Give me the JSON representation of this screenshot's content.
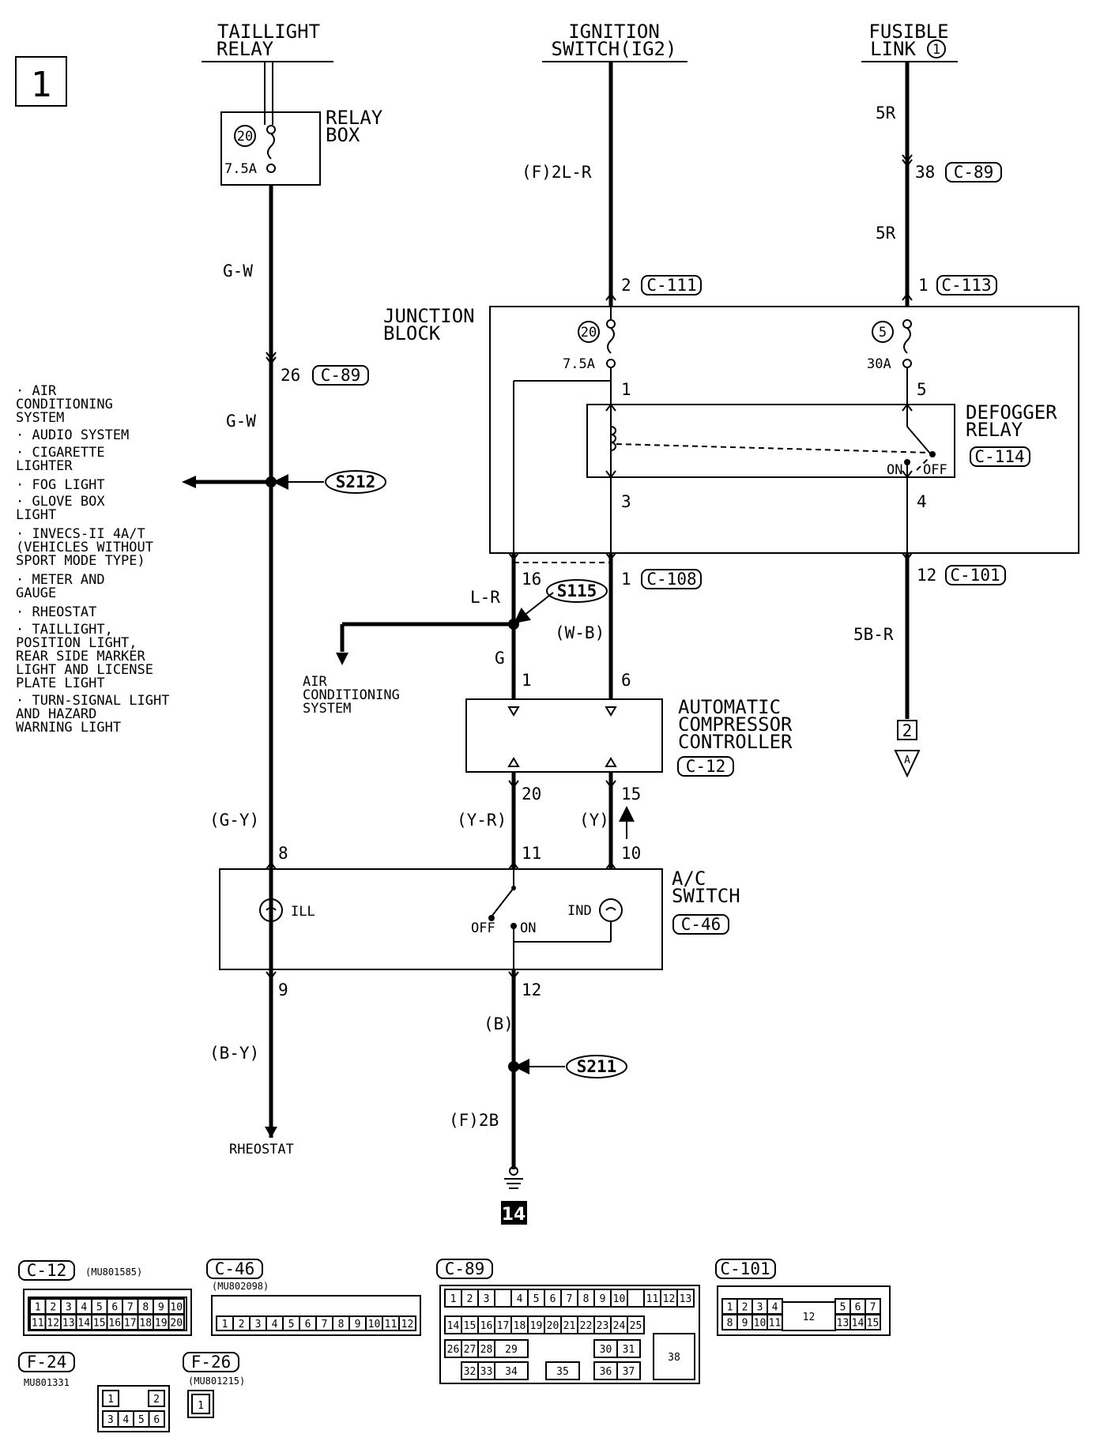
{
  "page": {
    "number": "1",
    "ground_ref": "14"
  },
  "headers": {
    "taillight": [
      "TAILLIGHT",
      "RELAY"
    ],
    "ignition": [
      "IGNITION",
      "SWITCH(IG2)"
    ],
    "fusible": [
      "FUSIBLE",
      "LINK"
    ],
    "fusible_num": "1"
  },
  "relay_box": {
    "label": [
      "RELAY",
      "BOX"
    ],
    "fuse_num": "20",
    "amp": "7.5A"
  },
  "junction_block": {
    "label": [
      "JUNCTION",
      "BLOCK"
    ],
    "fuse1_num": "20",
    "fuse1_amp": "7.5A",
    "fuse2_num": "5",
    "fuse2_amp": "30A"
  },
  "defogger": {
    "label": [
      "DEFOGGER",
      "RELAY"
    ],
    "conn": "C-114",
    "on": "ON",
    "off": "OFF"
  },
  "acc": {
    "label": [
      "AUTOMATIC",
      "COMPRESSOR",
      "CONTROLLER"
    ],
    "conn": "C-12"
  },
  "ac_switch": {
    "label": [
      "A/C",
      "SWITCH"
    ],
    "conn": "C-46",
    "ill": "ILL",
    "ind": "IND",
    "off": "OFF",
    "on": "ON"
  },
  "wires": {
    "gw1": "G-W",
    "gw2": "G-W",
    "gy": "(G-Y)",
    "by": "(B-Y)",
    "f2lr": "(F)2L-R",
    "fiveR1": "5R",
    "fiveR2": "5R",
    "lr": "L-R",
    "g": "G",
    "wb": "(W-B)",
    "yr": "(Y-R)",
    "y": "(Y)",
    "b": "(B)",
    "f2b": "(F)2B",
    "fiveBR": "5B-R"
  },
  "pins": {
    "p26": "26",
    "p8": "8",
    "p9": "9",
    "p2": "2",
    "p1a": "1",
    "p3": "3",
    "p16": "16",
    "p1b": "1",
    "p1c": "1",
    "p6": "6",
    "p20": "20",
    "p15": "15",
    "p11": "11",
    "p10": "10",
    "p12a": "12",
    "p38": "38",
    "p1d": "1",
    "p5": "5",
    "p4": "4",
    "p12b": "12",
    "p2box": "2",
    "pA": "A"
  },
  "conns": {
    "c89a": "C-89",
    "c111": "C-111",
    "c89b": "C-89",
    "c113": "C-113",
    "c108": "C-108",
    "c101": "C-101"
  },
  "splices": {
    "s212": "S212",
    "s115": "S115",
    "s211": "S211"
  },
  "dest": {
    "ac_system": [
      "AIR",
      "CONDITIONING",
      "SYSTEM"
    ],
    "rheostat": "RHEOSTAT"
  },
  "system_list": [
    "· AIR",
    "  CONDITIONING",
    "  SYSTEM",
    "· AUDIO SYSTEM",
    "· CIGARETTE",
    "  LIGHTER",
    "· FOG LIGHT",
    "· GLOVE BOX",
    "  LIGHT",
    "· INVECS-II 4A/T",
    "  (VEHICLES WITHOUT",
    "   SPORT MODE TYPE)",
    "· METER AND",
    "  GAUGE",
    "· RHEOSTAT",
    "· TAILLIGHT,",
    "  POSITION LIGHT,",
    "  REAR SIDE MARKER",
    "  LIGHT AND LICENSE",
    "  PLATE LIGHT",
    "· TURN-SIGNAL LIGHT",
    "  AND HAZARD",
    "  WARNING LIGHT"
  ],
  "connectors": {
    "c12": {
      "name": "C-12",
      "part": "(MU801585)",
      "row1": [
        "1",
        "2",
        "3",
        "4",
        "5",
        "6",
        "7",
        "8",
        "9",
        "10"
      ],
      "row2": [
        "11",
        "12",
        "13",
        "14",
        "15",
        "16",
        "17",
        "18",
        "19",
        "20"
      ]
    },
    "c46": {
      "name": "C-46",
      "part": "(MU802098)",
      "row1": [
        "1",
        "2",
        "3",
        "4",
        "5",
        "6",
        "7",
        "8",
        "9",
        "10",
        "11",
        "12"
      ]
    },
    "c89": {
      "name": "C-89",
      "row1": [
        "1",
        "2",
        "3",
        "",
        "4",
        "5",
        "6",
        "7",
        "8",
        "9",
        "10",
        "",
        "11",
        "12",
        "13"
      ],
      "row2": [
        "14",
        "15",
        "16",
        "17",
        "18",
        "19",
        "20",
        "21",
        "22",
        "23",
        "24",
        "25"
      ],
      "row3": [
        "26",
        "27",
        "28",
        "29",
        "30",
        "31",
        "38"
      ],
      "row4": [
        "32",
        "33",
        "34",
        "35",
        "36",
        "37"
      ]
    },
    "c101": {
      "name": "C-101",
      "row1": [
        "1",
        "2",
        "3",
        "4",
        "5",
        "6",
        "7"
      ],
      "row2": [
        "8",
        "9",
        "10",
        "11",
        "12",
        "13",
        "14",
        "15"
      ]
    },
    "f24": {
      "name": "F-24",
      "part": "MU801331",
      "row1": [
        "1",
        "2"
      ],
      "row2": [
        "3",
        "4",
        "5",
        "6"
      ]
    },
    "f26": {
      "name": "F-26",
      "part": "(MU801215)",
      "row1": [
        "1"
      ]
    }
  }
}
